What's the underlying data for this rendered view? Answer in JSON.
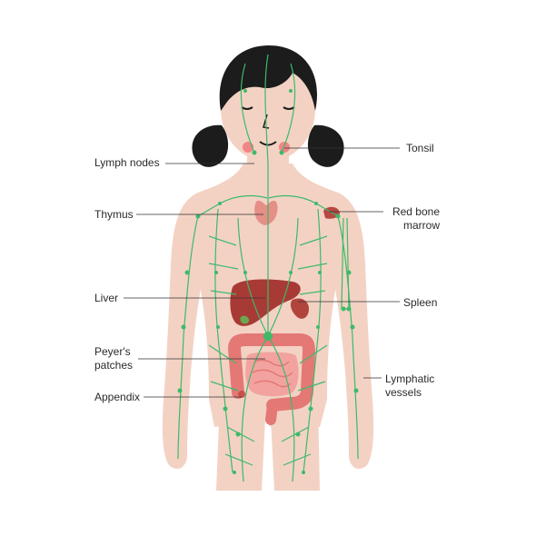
{
  "labels": {
    "lymph_nodes": "Lymph nodes",
    "thymus": "Thymus",
    "liver": "Liver",
    "peyers_line1": "Peyer's",
    "peyers_line2": "patches",
    "appendix": "Appendix",
    "tonsil": "Tonsil",
    "red_bone_marrow_line1": "Red bone",
    "red_bone_marrow_line2": "marrow",
    "spleen": "Spleen",
    "lymphatic_vessels_line1": "Lymphatic",
    "lymphatic_vessels_line2": "vessels"
  },
  "colors": {
    "skin": "#f3d2c4",
    "skin_shadow": "#e9bfae",
    "hair": "#1c1c1c",
    "lymph_green": "#3cba6a",
    "liver": "#a83a35",
    "spleen": "#b1453e",
    "thymus": "#e58f86",
    "tonsil": "#f08686",
    "intestine_large": "#e47875",
    "intestine_small": "#f2a3a0",
    "marrow": "#b84842",
    "leader_line": "#333333"
  }
}
